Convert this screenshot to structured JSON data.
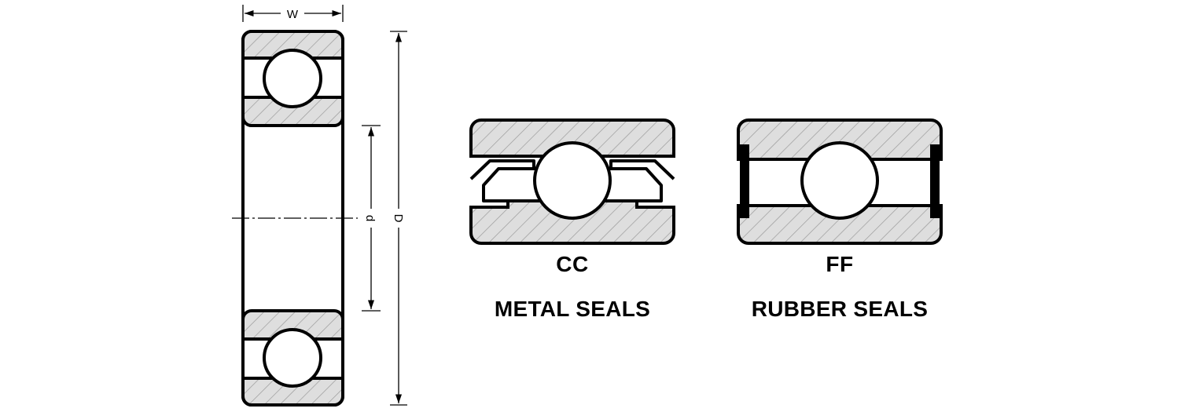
{
  "dimensions": {
    "width_label": "W",
    "bore_label": "d",
    "outer_label": "D"
  },
  "variants": [
    {
      "code": "CC",
      "name": "METAL SEALS"
    },
    {
      "code": "FF",
      "name": "RUBBER SEALS"
    }
  ],
  "colors": {
    "stroke": "#000000",
    "hatch_fill": "#dedede",
    "hatch_line": "#9a9a9a",
    "seal_rubber": "#000000"
  }
}
